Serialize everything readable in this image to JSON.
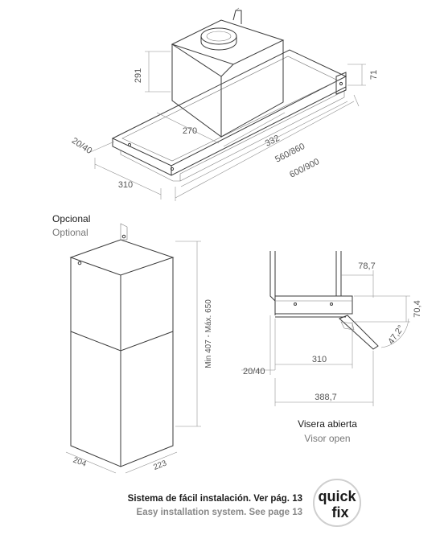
{
  "top_view": {
    "dims": {
      "d291": "291",
      "d71": "71",
      "d270": "270",
      "d332": "332",
      "d20_40": "20/40",
      "d310": "310",
      "d560_860": "560/860",
      "d600_900": "600/900"
    }
  },
  "chimney": {
    "label_es": "Opcional",
    "label_en": "Optional",
    "dim_height": "Min 407 - Máx. 650",
    "dim_204": "204",
    "dim_223": "223"
  },
  "visor": {
    "dims": {
      "d78_7": "78,7",
      "d70_4": "70,4",
      "d47_2": "47,2°",
      "d310": "310",
      "d20_40": "20/40",
      "d388_7": "388,7"
    },
    "label_es": "Visera abierta",
    "label_en": "Visor open"
  },
  "footer": {
    "line_es": "Sistema de fácil instalación. Ver pág. 13",
    "line_en": "Easy installation system. See page 13",
    "badge_line1": "quick",
    "badge_line2": "fix"
  }
}
